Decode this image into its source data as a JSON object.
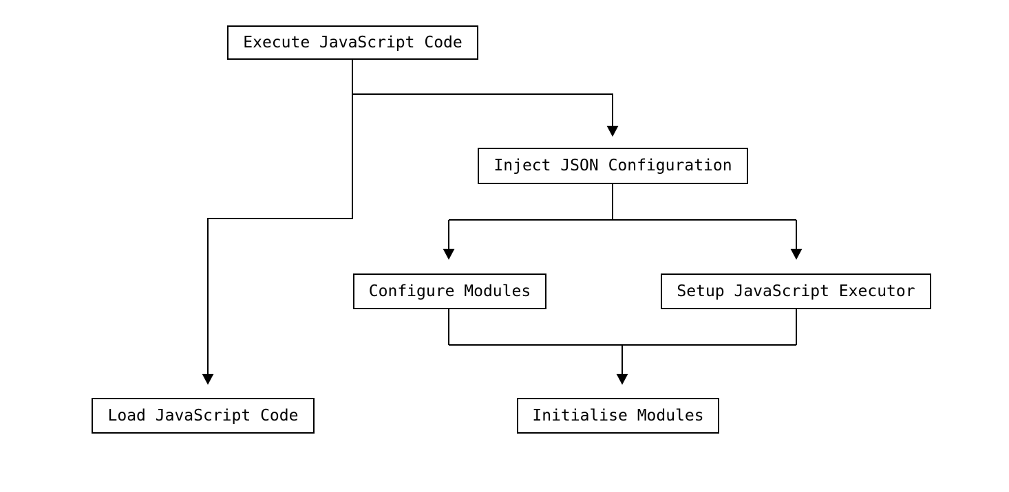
{
  "diagram": {
    "colors": {
      "background": "#ffffff",
      "line": "#000000",
      "node_border": "#000000",
      "node_fill": "#ffffff",
      "text": "#000000"
    },
    "nodes": [
      {
        "id": "execute",
        "label": "Execute JavaScript Code"
      },
      {
        "id": "inject",
        "label": "Inject JSON Configuration"
      },
      {
        "id": "configure",
        "label": "Configure Modules"
      },
      {
        "id": "setup",
        "label": "Setup JavaScript Executor"
      },
      {
        "id": "load",
        "label": "Load JavaScript Code"
      },
      {
        "id": "initialise",
        "label": "Initialise Modules"
      }
    ],
    "edges": [
      {
        "from": "execute",
        "to": "inject"
      },
      {
        "from": "execute",
        "to": "load"
      },
      {
        "from": "inject",
        "to": "configure"
      },
      {
        "from": "inject",
        "to": "setup"
      },
      {
        "from": "configure",
        "to": "initialise"
      },
      {
        "from": "setup",
        "to": "initialise"
      }
    ]
  }
}
